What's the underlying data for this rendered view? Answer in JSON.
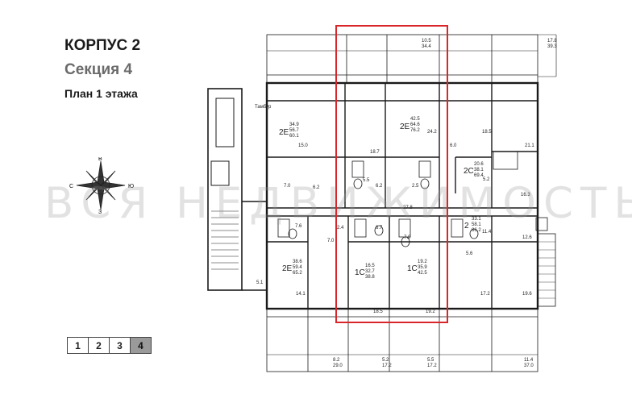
{
  "header": {
    "building": "КОРПУС 2",
    "section": "Секция 4",
    "floor_plan": "План 1 этажа"
  },
  "watermark": "ВСЯ НЕДВИЖИМОСТЬ",
  "compass": {
    "n": "В",
    "s": "З",
    "w": "С",
    "e": "Ю"
  },
  "section_tabs": [
    {
      "label": "1",
      "active": false
    },
    {
      "label": "2",
      "active": false
    },
    {
      "label": "3",
      "active": false
    },
    {
      "label": "4",
      "active": true
    }
  ],
  "accent_color": "#d9262b",
  "apartments": {
    "a1": {
      "type": "2Е",
      "areas": [
        "34.9",
        "56.7",
        "60.1"
      ]
    },
    "a2": {
      "type": "2Е",
      "areas": [
        "42.5",
        "64.6",
        "76.2"
      ]
    },
    "a3": {
      "type": "2С",
      "areas": [
        "20.6",
        "38.1",
        "69.4"
      ]
    },
    "a4": {
      "type": "2",
      "areas": [
        "33.1",
        "58.1",
        "86.2"
      ]
    },
    "a5": {
      "type": "2Е",
      "areas": [
        "38.6",
        "59.4",
        "65.2"
      ]
    },
    "a6": {
      "type": "1С",
      "areas": [
        "16.5",
        "32.7",
        "38.8"
      ]
    },
    "a7": {
      "type": "1С",
      "areas": [
        "19.2",
        "35.9",
        "42.5"
      ]
    }
  },
  "labels": {
    "tambur": "Тамбур",
    "r1": "15.0",
    "r2": "18.7",
    "r3": "24.2",
    "r4": "18.5",
    "r5": "21.1",
    "r6": "6.0",
    "r7": "5.5",
    "r8": "6.2",
    "r9": "7.0",
    "r10": "2.5",
    "r11": "6.2",
    "r12": "5.2",
    "r13": "16.3",
    "r14": "27.8",
    "r15": "7.6",
    "r16": "2.4",
    "r17": "6.7",
    "r18": "7.0",
    "r19": "5.1",
    "r20": "14.1",
    "r21": "18.5",
    "r22": "19.2",
    "r23": "17.2",
    "r24": "19.6",
    "r25": "12.6",
    "r26": "11.4",
    "r27": "5.6",
    "r28": "7.0",
    "t1": "10.5",
    "t2": "34.4",
    "t3": "17.8",
    "t4": "39.3",
    "b1": "8.2",
    "b2": "29.0",
    "b3": "5.2",
    "b4": "17.2",
    "b5": "5.5",
    "b6": "17.2",
    "b7": "11.4",
    "b8": "37.0"
  }
}
